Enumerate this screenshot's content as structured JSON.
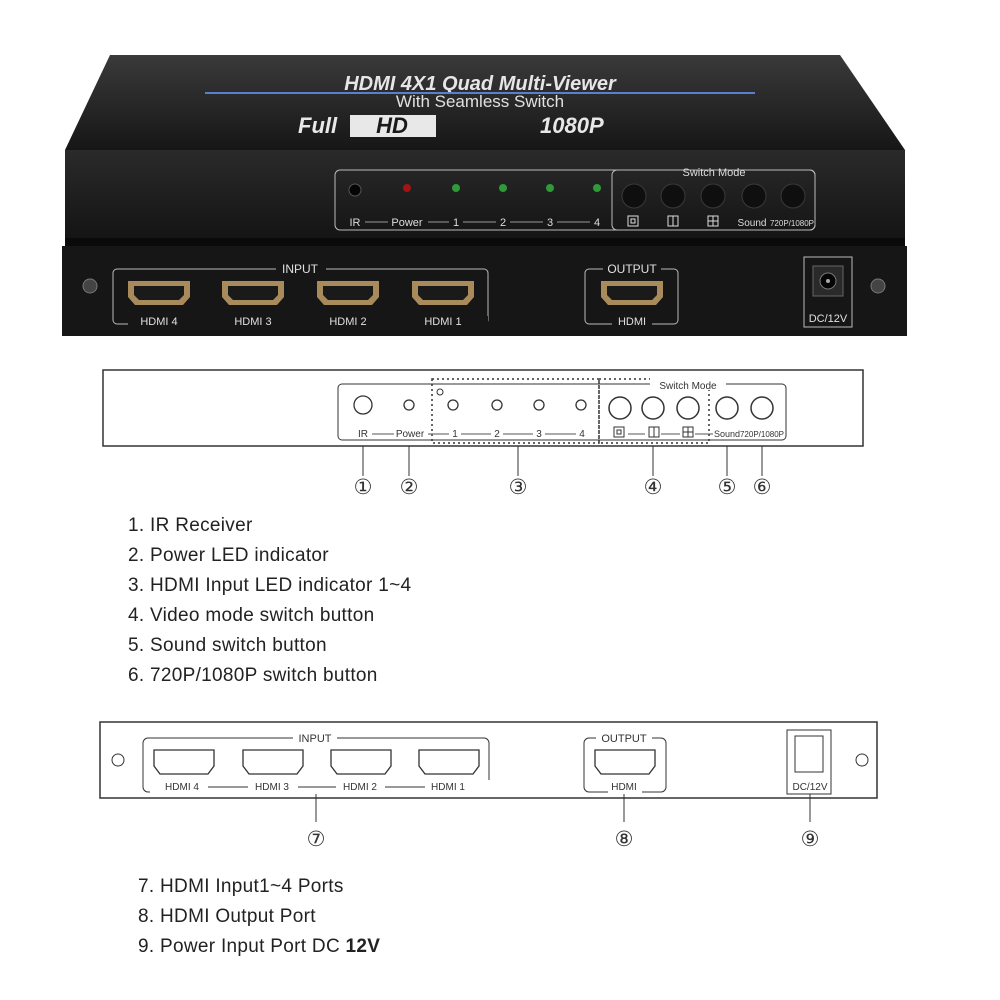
{
  "device": {
    "title_line1": "HDMI 4X1 Quad Multi-Viewer",
    "title_line2": "With Seamless Switch",
    "badge_full": "Full",
    "badge_hd": "HD",
    "badge_res": "1080P",
    "switch_mode": "Switch Mode",
    "ir": "IR",
    "power": "Power",
    "ch1": "1",
    "ch2": "2",
    "ch3": "3",
    "ch4": "4",
    "sound": "Sound",
    "res_btn": "720P/1080P",
    "input": "INPUT",
    "output": "OUTPUT",
    "hdmi4": "HDMI 4",
    "hdmi3": "HDMI 3",
    "hdmi2": "HDMI 2",
    "hdmi1": "HDMI 1",
    "hdmi_out": "HDMI",
    "dc": "DC/12V"
  },
  "front_diagram": {
    "switch_mode": "Switch Mode",
    "ir": "IR",
    "power": "Power",
    "ch1": "1",
    "ch2": "2",
    "ch3": "3",
    "ch4": "4",
    "sound": "Sound",
    "res_btn": "720P/1080P",
    "callouts": [
      "①",
      "②",
      "③",
      "④",
      "⑤",
      "⑥"
    ]
  },
  "front_legend": [
    "1.  IR Receiver",
    "2.  Power LED indicator",
    "3.  HDMI Input LED indicator 1~4",
    "4.  Video mode switch button",
    "5.  Sound switch button",
    "6.  720P/1080P switch button"
  ],
  "rear_diagram": {
    "input": "INPUT",
    "output": "OUTPUT",
    "hdmi4": "HDMI 4",
    "hdmi3": "HDMI 3",
    "hdmi2": "HDMI 2",
    "hdmi1": "HDMI 1",
    "hdmi_out": "HDMI",
    "dc": "DC/12V",
    "callouts": [
      "⑦",
      "⑧",
      "⑨"
    ]
  },
  "rear_legend": {
    "item7": "7.  HDMI Input1~4 Ports",
    "item8": "8.  HDMI Output Port",
    "item9_prefix": "9.  Power Input Port DC ",
    "item9_bold": "12V"
  }
}
